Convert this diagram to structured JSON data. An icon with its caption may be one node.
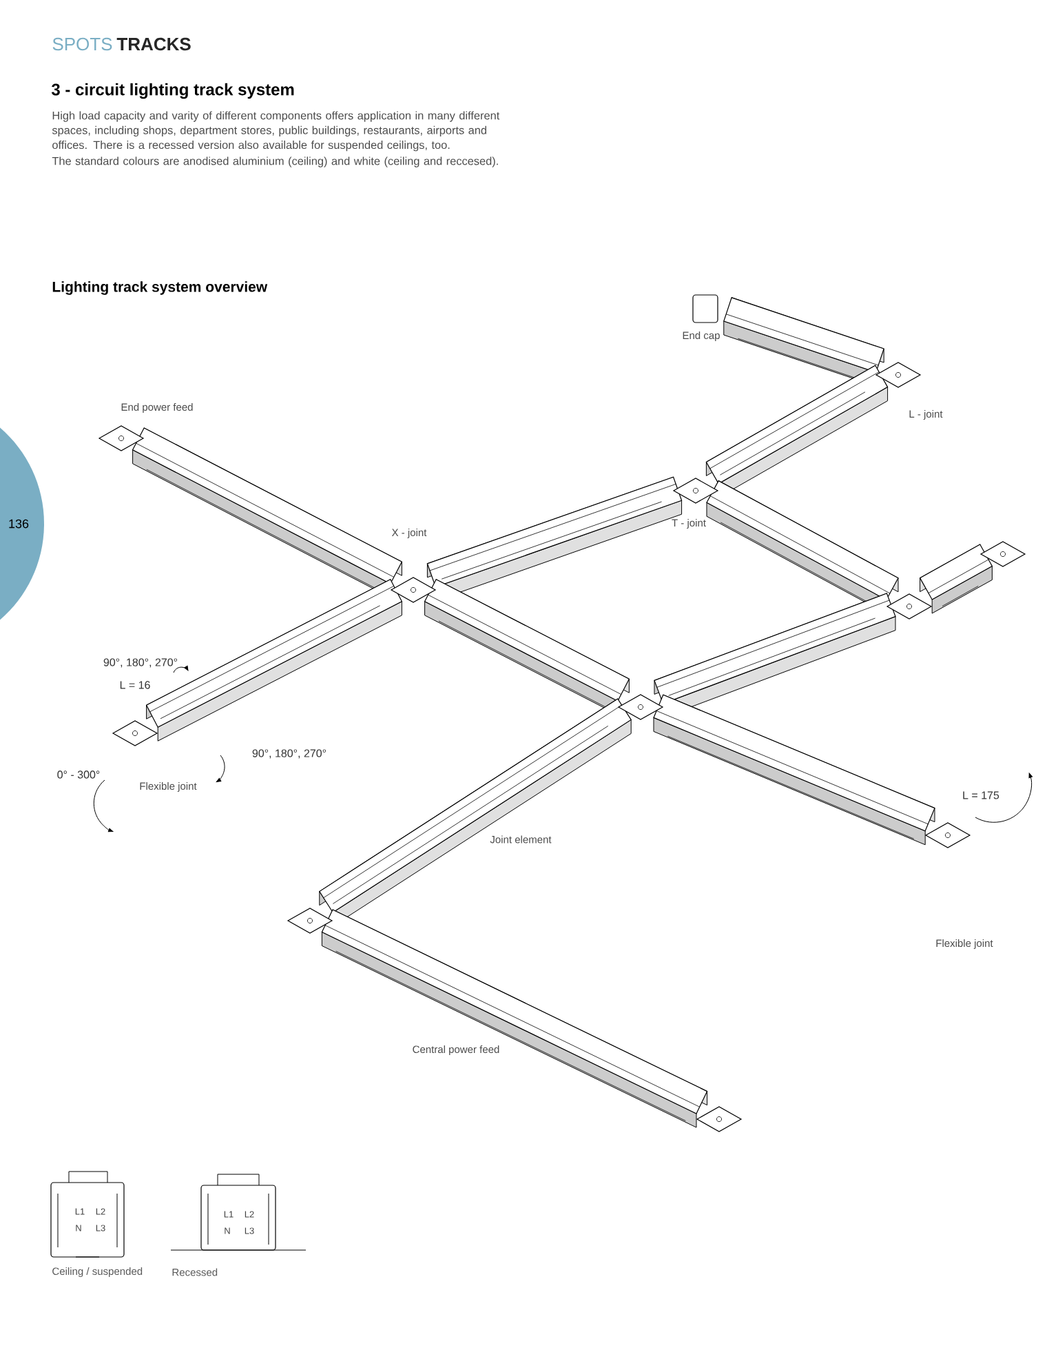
{
  "diagram": {
    "title": "3 - circuit lighting track system",
    "nodes": [
      {
        "text": [
          "136"
        ]
      }
    ],
    "labels": [
      "SPOTS",
      "TRACKS",
      "High load capacity and varity of different components offers application in many different spaces, including shops, department stores, public buildings, restaurants, airports and offices. There is a recessed version also available for suspended ceilings, too.",
      "The standard colours are anodised aluminium (ceiling) and white (ceiling and reccesed).",
      "Lighting track system overview",
      "End cap",
      "End power feed",
      "L - joint",
      "T - joint",
      "X - joint",
      "90°, 180°, 270°",
      "L = 16",
      "90°, 180°, 270°",
      "0° - 300°",
      "Flexible joint",
      "L = 175",
      "Joint element",
      "Flexible joint",
      "Central power feed",
      "L1",
      "L2",
      "N",
      "L3",
      "L1",
      "L2",
      "N",
      "L3",
      "Ceiling / suspended",
      "Recessed"
    ]
  }
}
